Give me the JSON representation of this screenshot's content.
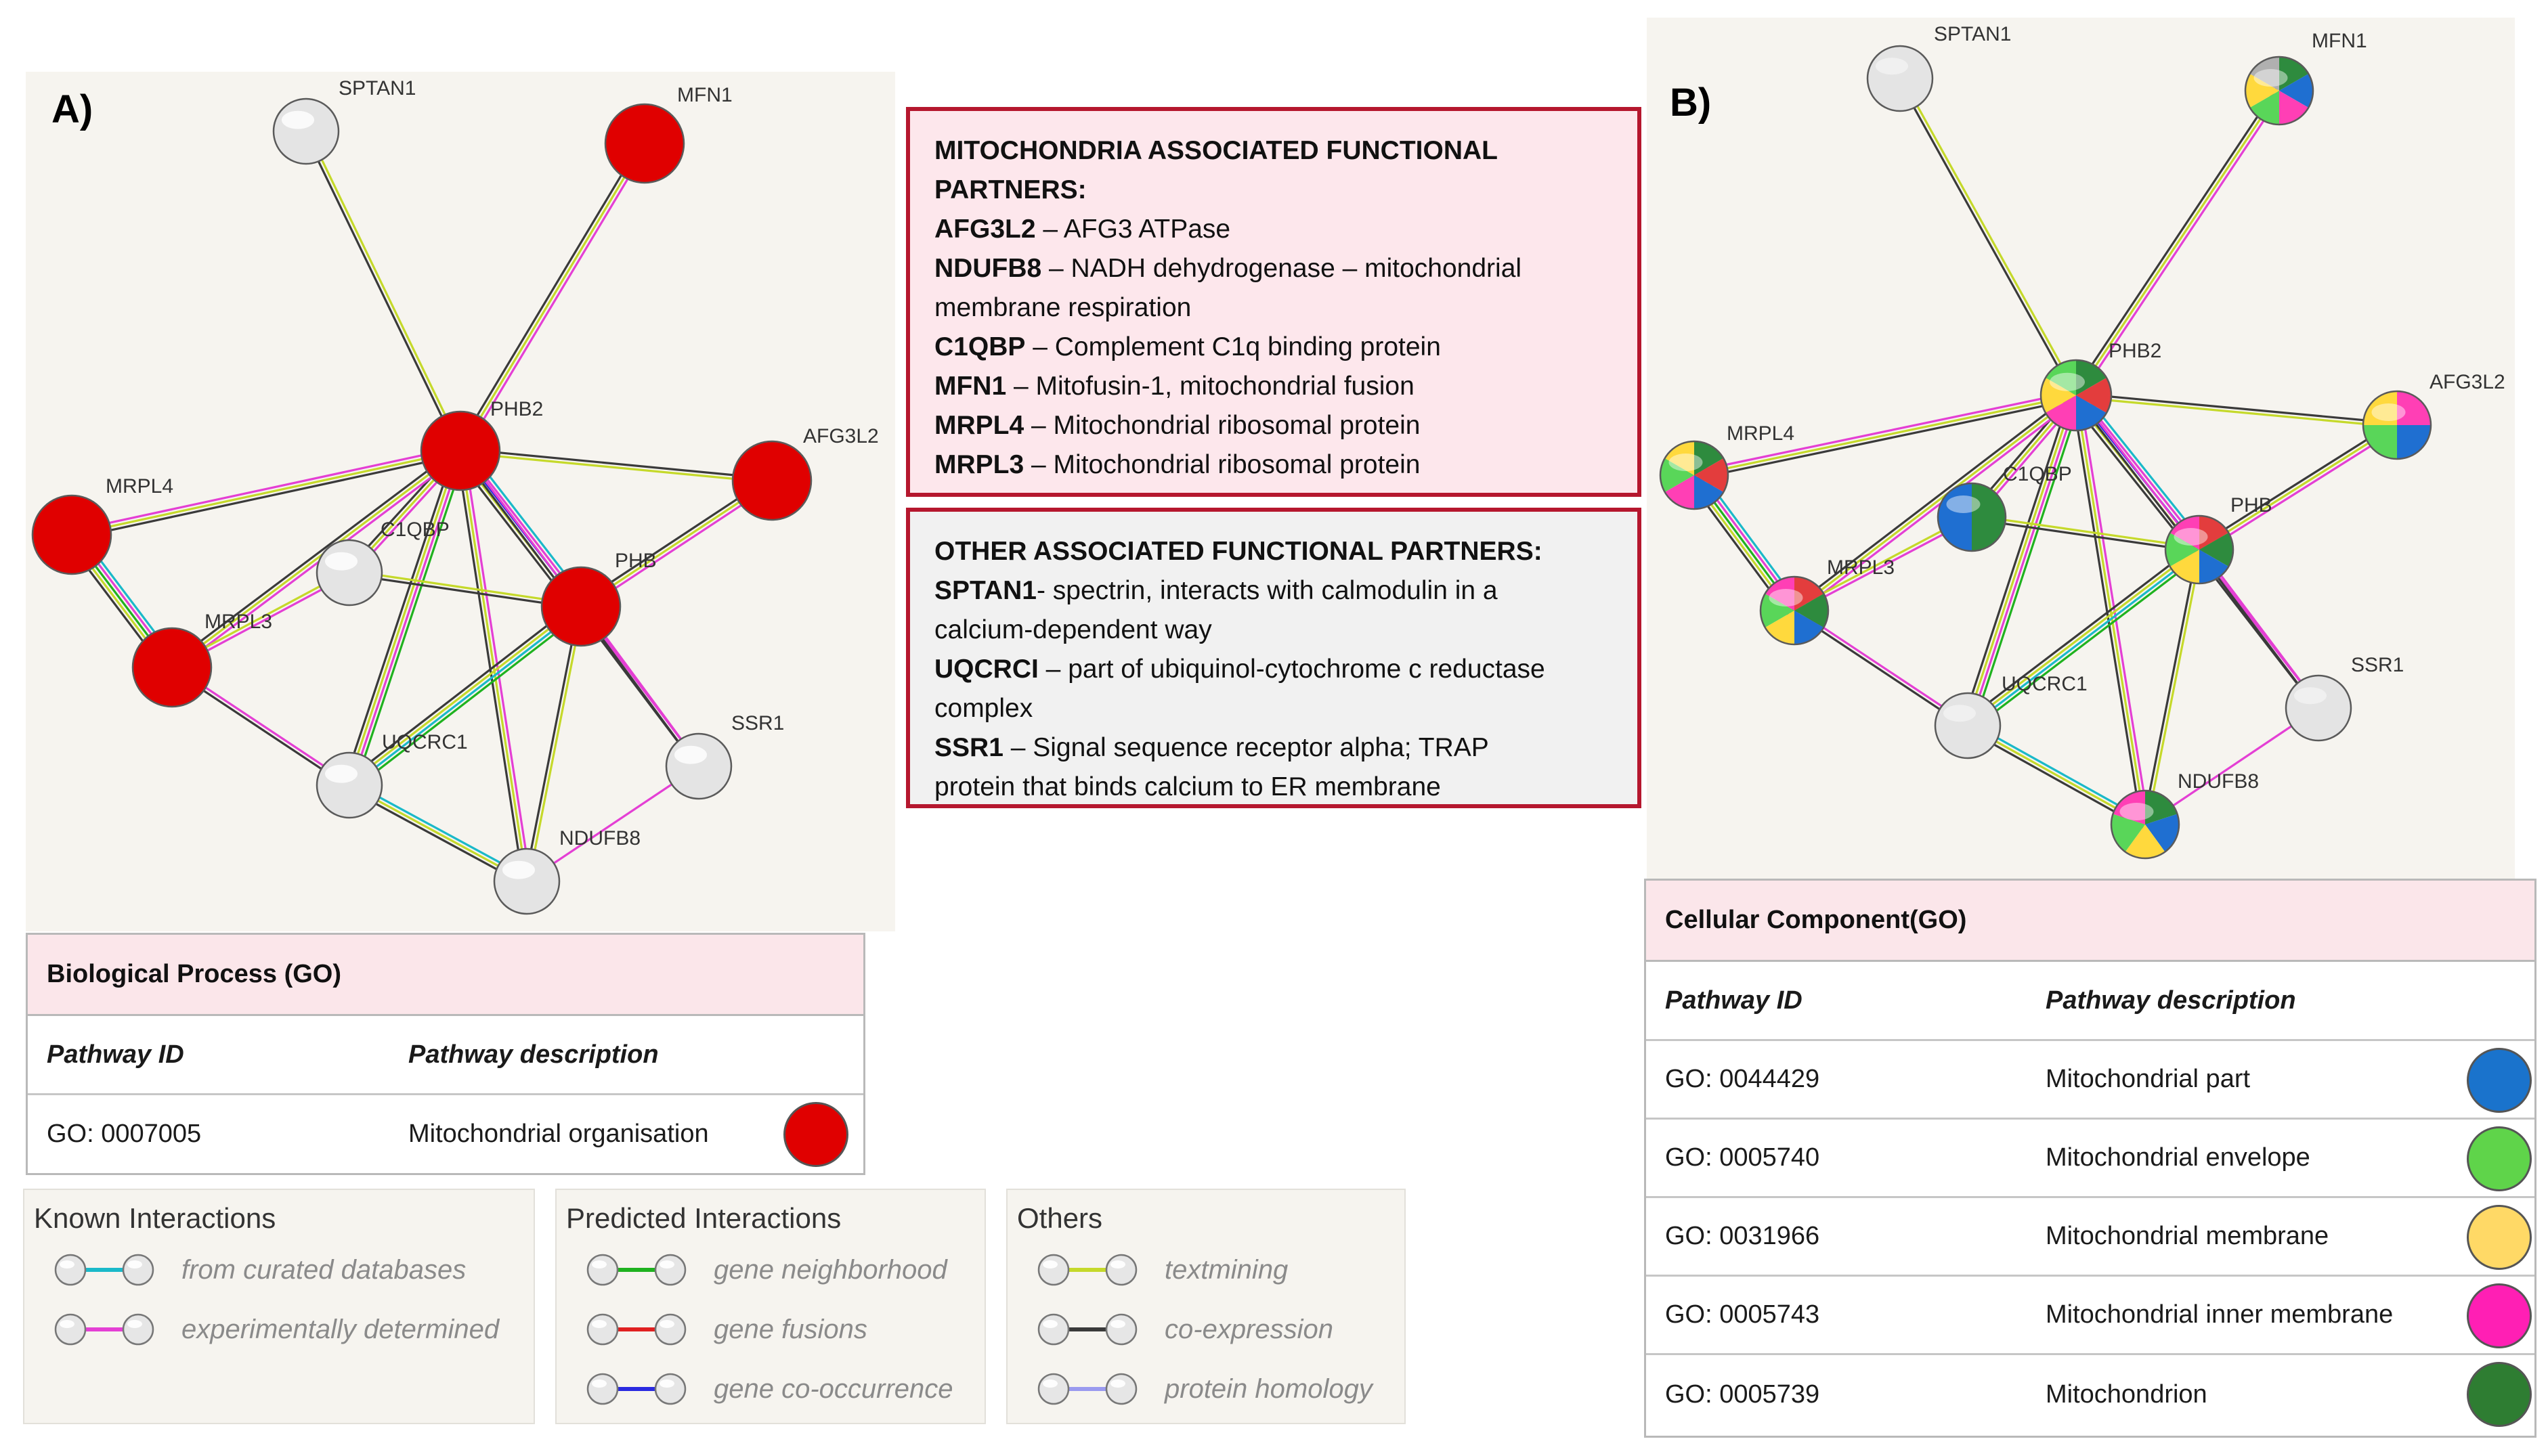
{
  "panel_a": {
    "letter": "A)",
    "nodes": [
      {
        "id": "SPTAN1",
        "label": "SPTAN1",
        "fill": "#e4e4e4"
      },
      {
        "id": "MFN1",
        "label": "MFN1",
        "fill": "#e00000"
      },
      {
        "id": "PHB2",
        "label": "PHB2",
        "fill": "#e00000"
      },
      {
        "id": "AFG3L2",
        "label": "AFG3L2",
        "fill": "#e00000"
      },
      {
        "id": "MRPL4",
        "label": "MRPL4",
        "fill": "#e00000"
      },
      {
        "id": "C1QBP",
        "label": "C1QBP",
        "fill": "#e4e4e4"
      },
      {
        "id": "PHB",
        "label": "PHB",
        "fill": "#e00000"
      },
      {
        "id": "MRPL3",
        "label": "MRPL3",
        "fill": "#e00000"
      },
      {
        "id": "SSR1",
        "label": "SSR1",
        "fill": "#e4e4e4"
      },
      {
        "id": "UQCRC1",
        "label": "UQCRC1",
        "fill": "#e4e4e4"
      },
      {
        "id": "NDUFB8",
        "label": "NDUFB8",
        "fill": "#e4e4e4"
      }
    ],
    "table": {
      "title": "Biological Process (GO)",
      "col1": "Pathway ID",
      "col2": "Pathway description",
      "rows": [
        {
          "id": "GO: 0007005",
          "desc": "Mitochondrial  organisation",
          "color": "#e00000"
        }
      ]
    }
  },
  "panel_b": {
    "letter": "B)",
    "nodes": [
      {
        "id": "SPTAN1",
        "label": "SPTAN1",
        "colors": [
          "#e4e4e4"
        ]
      },
      {
        "id": "MFN1",
        "label": "MFN1",
        "colors": [
          "#2e8b3e",
          "#1f6fd1",
          "#ff3fb5",
          "#59d659",
          "#ffd93d",
          "#b0b0b0"
        ]
      },
      {
        "id": "PHB2",
        "label": "PHB2",
        "colors": [
          "#2e8b3e",
          "#e33d3d",
          "#1f6fd1",
          "#ff3fb5",
          "#ffd93d",
          "#59d659"
        ]
      },
      {
        "id": "AFG3L2",
        "label": "AFG3L2",
        "colors": [
          "#ff3fb5",
          "#1f6fd1",
          "#59d659",
          "#ffd93d"
        ]
      },
      {
        "id": "MRPL4",
        "label": "MRPL4",
        "colors": [
          "#2e8b3e",
          "#e33d3d",
          "#1f6fd1",
          "#ff3fb5",
          "#59d659",
          "#ffd93d"
        ]
      },
      {
        "id": "C1QBP",
        "label": "C1QBP",
        "colors": [
          "#2e8b3e",
          "#1f6fd1"
        ]
      },
      {
        "id": "PHB",
        "label": "PHB",
        "colors": [
          "#e33d3d",
          "#2e8b3e",
          "#1f6fd1",
          "#ffd93d",
          "#59d659",
          "#ff3fb5"
        ]
      },
      {
        "id": "MRPL3",
        "label": "MRPL3",
        "colors": [
          "#e33d3d",
          "#2e8b3e",
          "#1f6fd1",
          "#ffd93d",
          "#59d659",
          "#ff3fb5"
        ]
      },
      {
        "id": "SSR1",
        "label": "SSR1",
        "colors": [
          "#e4e4e4"
        ]
      },
      {
        "id": "UQCRC1",
        "label": "UQCRC1",
        "colors": [
          "#e4e4e4"
        ]
      },
      {
        "id": "NDUFB8",
        "label": "NDUFB8",
        "colors": [
          "#2e8b3e",
          "#1f6fd1",
          "#ffd93d",
          "#59d659",
          "#ff3fb5"
        ]
      }
    ],
    "table": {
      "title": "Cellular Component(GO)",
      "col1": "Pathway ID",
      "col2": "Pathway description",
      "rows": [
        {
          "id": "GO: 0044429",
          "desc": "Mitochondrial  part",
          "color": "#1a73cc"
        },
        {
          "id": "GO: 0005740",
          "desc": "Mitochondrial  envelope",
          "color": "#5fd44a"
        },
        {
          "id": "GO: 0031966",
          "desc": "Mitochondrial  membrane",
          "color": "#ffd966"
        },
        {
          "id": "GO: 0005743",
          "desc": "Mitochondrial  inner membrane",
          "color": "#ff1fb4"
        },
        {
          "id": "GO: 0005739",
          "desc": "Mitochondrion",
          "color": "#2e7d32"
        }
      ]
    }
  },
  "edges": [
    {
      "a": "SPTAN1",
      "b": "PHB2",
      "types": [
        "textmining",
        "coexpression"
      ]
    },
    {
      "a": "MFN1",
      "b": "PHB2",
      "types": [
        "experimental",
        "textmining",
        "coexpression"
      ]
    },
    {
      "a": "AFG3L2",
      "b": "PHB2",
      "types": [
        "textmining",
        "coexpression"
      ]
    },
    {
      "a": "AFG3L2",
      "b": "PHB",
      "types": [
        "experimental",
        "textmining",
        "coexpression"
      ]
    },
    {
      "a": "MRPL4",
      "b": "PHB2",
      "types": [
        "experimental",
        "textmining",
        "coexpression"
      ]
    },
    {
      "a": "MRPL4",
      "b": "MRPL3",
      "types": [
        "curated",
        "experimental",
        "neighborhood",
        "textmining",
        "coexpression"
      ]
    },
    {
      "a": "PHB2",
      "b": "PHB",
      "types": [
        "curated",
        "experimental",
        "cooccurrence",
        "textmining",
        "coexpression"
      ]
    },
    {
      "a": "PHB2",
      "b": "C1QBP",
      "types": [
        "experimental",
        "textmining",
        "coexpression"
      ]
    },
    {
      "a": "PHB2",
      "b": "MRPL3",
      "types": [
        "experimental",
        "textmining",
        "coexpression"
      ]
    },
    {
      "a": "PHB2",
      "b": "UQCRC1",
      "types": [
        "neighborhood",
        "experimental",
        "textmining",
        "coexpression"
      ]
    },
    {
      "a": "PHB2",
      "b": "NDUFB8",
      "types": [
        "experimental",
        "textmining",
        "coexpression"
      ]
    },
    {
      "a": "PHB2",
      "b": "SSR1",
      "types": [
        "experimental",
        "coexpression"
      ]
    },
    {
      "a": "C1QBP",
      "b": "PHB",
      "types": [
        "textmining",
        "coexpression"
      ]
    },
    {
      "a": "C1QBP",
      "b": "MRPL3",
      "types": [
        "experimental",
        "textmining"
      ]
    },
    {
      "a": "PHB",
      "b": "UQCRC1",
      "types": [
        "neighborhood",
        "curated",
        "textmining",
        "coexpression"
      ]
    },
    {
      "a": "PHB",
      "b": "NDUFB8",
      "types": [
        "textmining",
        "coexpression"
      ]
    },
    {
      "a": "PHB",
      "b": "SSR1",
      "types": [
        "experimental",
        "coexpression"
      ]
    },
    {
      "a": "MRPL3",
      "b": "UQCRC1",
      "types": [
        "experimental",
        "coexpression"
      ]
    },
    {
      "a": "UQCRC1",
      "b": "NDUFB8",
      "types": [
        "curated",
        "textmining",
        "coexpression"
      ]
    },
    {
      "a": "NDUFB8",
      "b": "SSR1",
      "types": [
        "experimental"
      ]
    }
  ],
  "edge_colors": {
    "curated": "#1ab9c9",
    "experimental": "#e43fd4",
    "neighborhood": "#1fb21f",
    "fusion": "#e02020",
    "cooccurrence": "#2a2ae0",
    "textmining": "#c5d92a",
    "coexpression": "#3a3a3a",
    "homology": "#9a9aef"
  },
  "mito_box": {
    "heading_line1": "MITOCHONDRIA ASSOCIATED FUNCTIONAL",
    "heading_line2": "PARTNERS:",
    "l1_b": "AFG3L2",
    "l1_t": " – AFG3 ATPase",
    "l2_b": "NDUFB8",
    "l2_t": " – NADH dehydrogenase – mitochondrial",
    "l2_cont": "membrane  respiration",
    "l3_b": "C1QBP",
    "l3_t": " – Complement  C1q binding protein",
    "l4_b": "MFN1",
    "l4_t": " – Mitofusin-1, mitochondrial fusion",
    "l5_b": "MRPL4",
    "l5_t": " – Mitochondrial ribosomal protein",
    "l6_b": "MRPL3",
    "l6_t": " – Mitochondrial ribosomal protein"
  },
  "other_box": {
    "heading": "OTHER ASSOCIATED FUNCTIONAL PARTNERS:",
    "l1_b": "SPTAN1",
    "l1_t": "- spectrin, interacts with calmodulin in a",
    "l1_cont": "calcium-dependent  way",
    "l2_b": "UQCRCI",
    "l2_t": " – part of ubiquinol-cytochrome  c reductase",
    "l2_cont": "complex",
    "l3_b": "SSR1",
    "l3_t": " – Signal sequence receptor alpha; TRAP",
    "l3_cont": "protein that binds calcium to ER membrane"
  },
  "legend": {
    "known": {
      "title": "Known Interactions",
      "items": [
        {
          "label": "from curated databases",
          "color": "#1ab9c9"
        },
        {
          "label": "experimentally determined",
          "color": "#e43fd4"
        }
      ]
    },
    "predicted": {
      "title": "Predicted Interactions",
      "items": [
        {
          "label": "gene neighborhood",
          "color": "#1fb21f"
        },
        {
          "label": "gene fusions",
          "color": "#e02020"
        },
        {
          "label": "gene co-occurrence",
          "color": "#2a2ae0"
        }
      ]
    },
    "others": {
      "title": "Others",
      "items": [
        {
          "label": "textmining",
          "color": "#c5d92a"
        },
        {
          "label": "co-expression",
          "color": "#3a3a3a"
        },
        {
          "label": "protein homology",
          "color": "#9a9aef"
        }
      ]
    }
  }
}
